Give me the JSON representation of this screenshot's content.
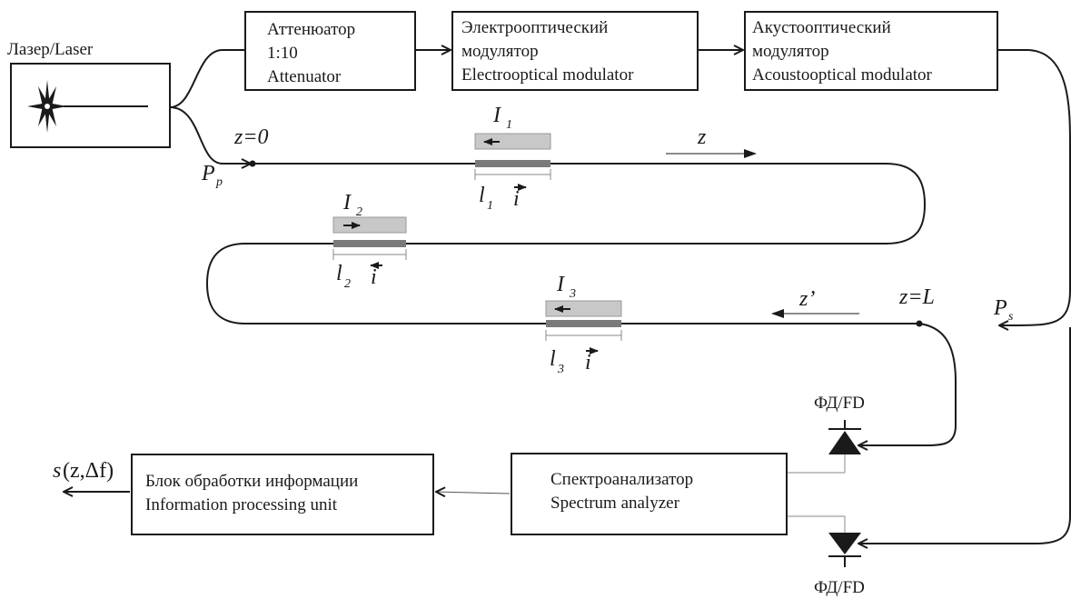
{
  "laser": {
    "label": "Лазер/Laser"
  },
  "attenuator": {
    "line1": "Аттенюатор",
    "line2": "1:10",
    "line3": "Attenuator"
  },
  "eom": {
    "line1": "Электрооптический",
    "line2": "модулятор",
    "line3": "Electrooptical modulator"
  },
  "aom": {
    "line1": "Акустооптический",
    "line2": "модулятор",
    "line3": "Acoustooptical modulator"
  },
  "spectrum_analyzer": {
    "line1": "Спектроанализатор",
    "line2": "Spectrum analyzer"
  },
  "processing_unit": {
    "line1": "Блок обработки информации",
    "line2": "Information processing unit"
  },
  "labels": {
    "z0": "z=0",
    "zL": "z=L",
    "z": "z",
    "z_prime": "z’",
    "pump_P": "P",
    "pump_sub": "p",
    "signal_P": "P",
    "signal_sub": "s",
    "I": "I",
    "l": "l",
    "i": "i",
    "idx1": "1",
    "idx2": "2",
    "idx3": "3",
    "output_s": "s",
    "output_args": "(z,Δf)"
  },
  "photodetector": {
    "label": "ФД/FD"
  },
  "colors": {
    "line": "#1a1a1a",
    "light_bar": "#c8c8c8",
    "dark_bar": "#7a7a7a",
    "thin_line": "#888888"
  }
}
